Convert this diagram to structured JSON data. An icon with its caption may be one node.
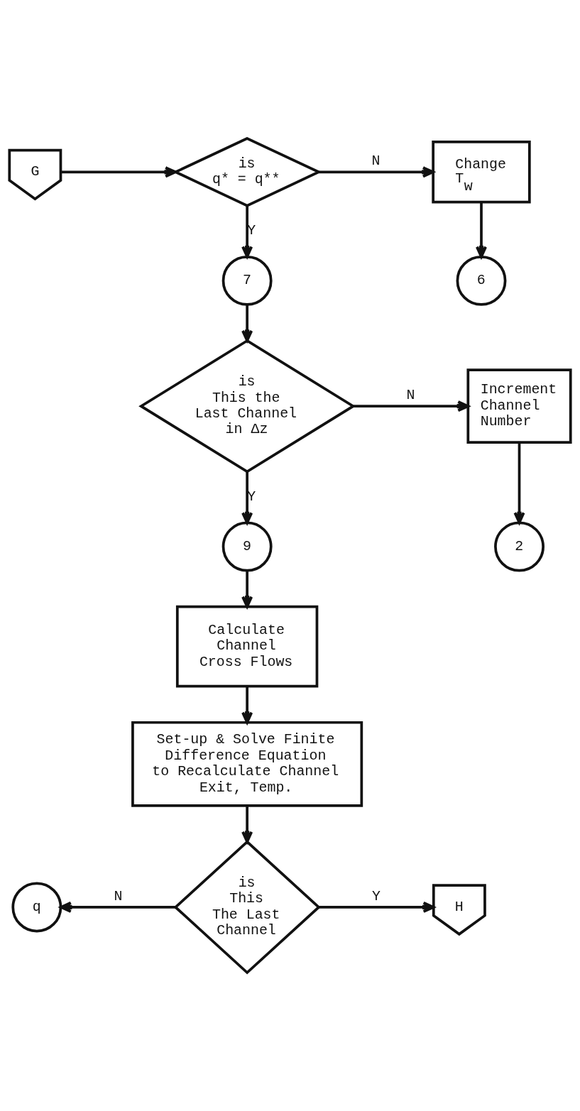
{
  "diagram": {
    "nodes": [
      {
        "text": [
          "G"
        ]
      },
      {
        "text": [
          "is q* = q**"
        ]
      },
      {
        "text": [
          "Change T$_{w}$"
        ]
      },
      {
        "text": [
          "7"
        ]
      },
      {
        "text": [
          "6"
        ]
      },
      {
        "text": [
          "is This the Last Channel in Δz"
        ]
      },
      {
        "text": [
          "Increment Channel Number"
        ]
      },
      {
        "text": [
          "9"
        ]
      },
      {
        "text": [
          "2"
        ]
      },
      {
        "text": [
          "Calculate Channel Cross Flows"
        ]
      },
      {
        "text": [
          "Set-up & Solve Finite Difference Equation to Recalculate Channel Exit, Temp."
        ]
      },
      {
        "text": [
          "is This The Last Channel"
        ]
      },
      {
        "text": [
          "q"
        ]
      },
      {
        "text": [
          "H"
        ]
      }
    ],
    "edges": [
      {
        "from": 0,
        "to": 1,
        "arrow": "to"
      },
      {
        "from": 1,
        "to": 2,
        "arrow": "to",
        "label": "N"
      },
      {
        "from": 1,
        "to": 3,
        "arrow": "to",
        "label": "Y"
      },
      {
        "from": 2,
        "to": 4,
        "arrow": "to"
      },
      {
        "from": 3,
        "to": 5,
        "arrow": "to"
      },
      {
        "from": 5,
        "to": 6,
        "arrow": "to",
        "label": "N"
      },
      {
        "from": 5,
        "to": 7,
        "arrow": "to",
        "label": "Y"
      },
      {
        "from": 6,
        "to": 8,
        "arrow": "to"
      },
      {
        "from": 7,
        "to": 9,
        "arrow": "to"
      },
      {
        "from": 9,
        "to": 10,
        "arrow": "to"
      },
      {
        "from": 10,
        "to": 11,
        "arrow": "to"
      },
      {
        "from": 11,
        "to": 12,
        "arrow": "to",
        "label": "N"
      },
      {
        "from": 11,
        "to": 13,
        "arrow": "to",
        "label": "Y"
      }
    ]
  }
}
